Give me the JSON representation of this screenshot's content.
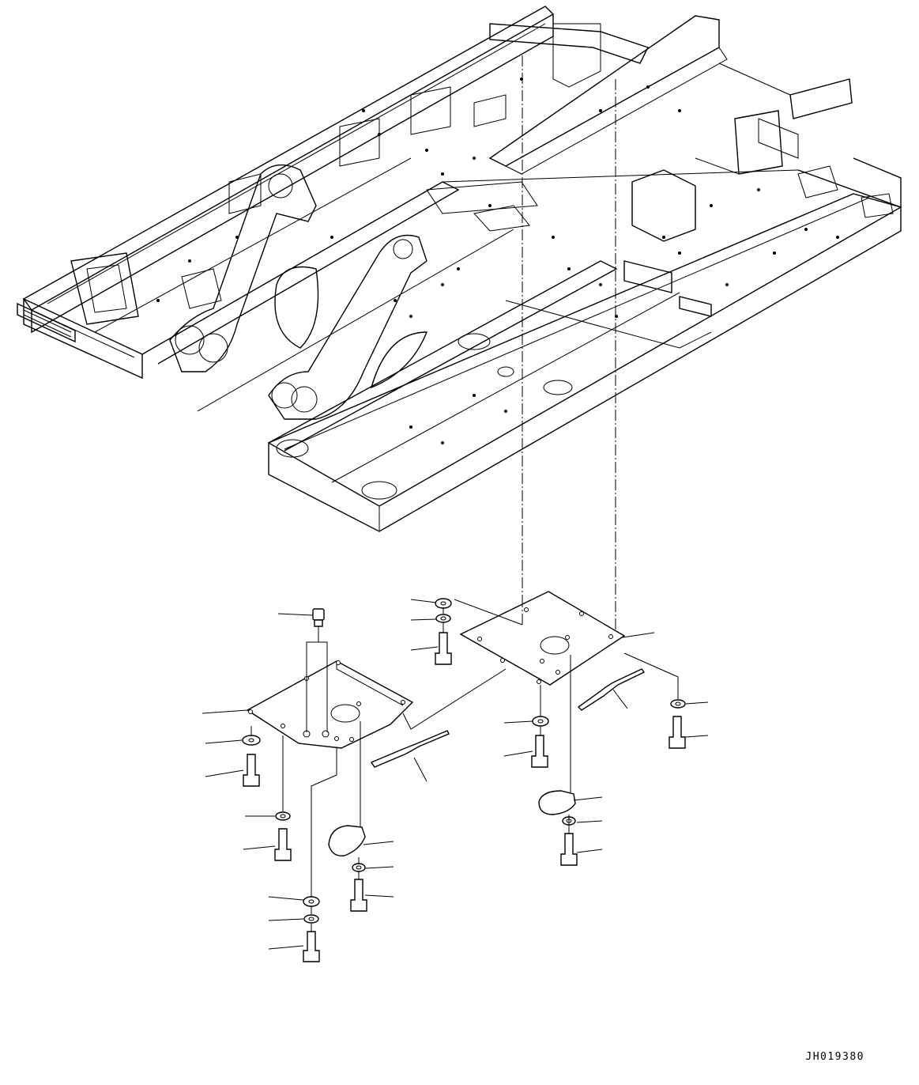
{
  "drawing": {
    "code": "JH019380"
  },
  "parts": [
    {
      "name": "upper-frame"
    },
    {
      "name": "front-under-cover"
    },
    {
      "name": "rear-under-cover"
    },
    {
      "name": "pin"
    },
    {
      "name": "cover-plate"
    },
    {
      "name": "rubber-seal"
    },
    {
      "name": "bolt"
    },
    {
      "name": "washer"
    },
    {
      "name": "spring-washer"
    }
  ]
}
